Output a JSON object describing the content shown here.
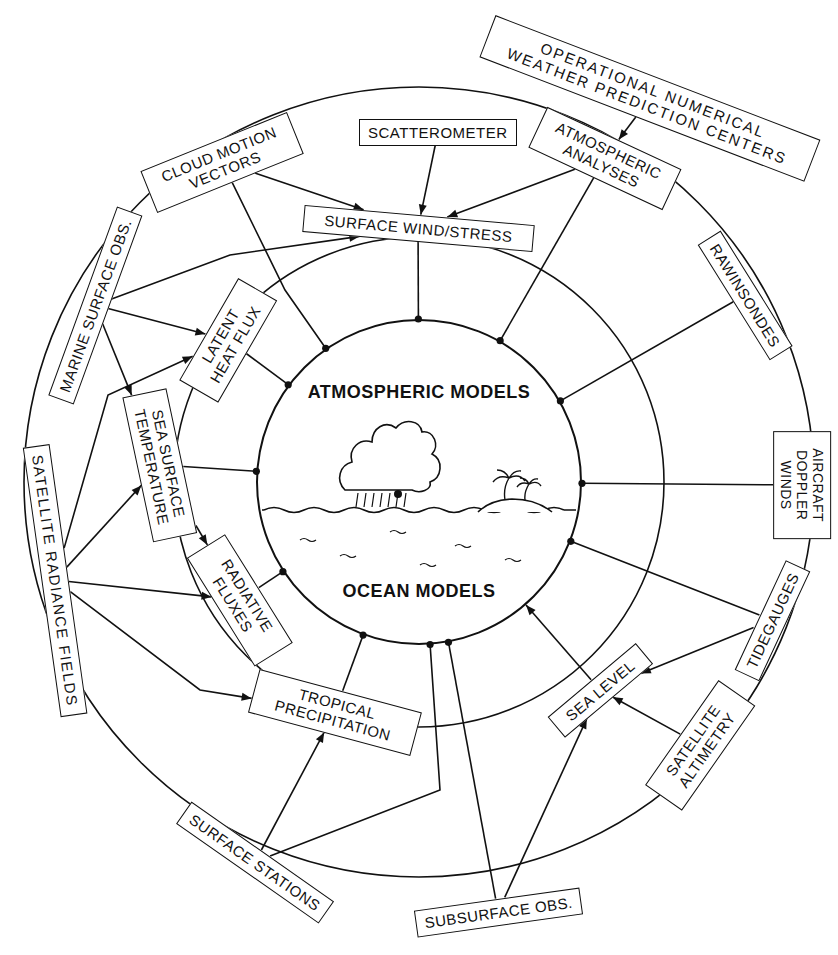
{
  "diagram": {
    "nodes": [
      {
        "text": [
          "ATMOSPHERIC MODELS",
          "OCEAN MODELS"
        ]
      },
      {
        "text": [
          "OPERATIONAL NUMERICAL WEATHER PREDICTION CENTERS"
        ]
      },
      {
        "text": [
          "CLOUD MOTION VECTORS"
        ]
      },
      {
        "text": [
          "SCATTEROMETER"
        ]
      },
      {
        "text": [
          "ATMOSPHERIC ANALYSES"
        ]
      },
      {
        "text": [
          "SURFACE WIND/STRESS"
        ]
      },
      {
        "text": [
          "MARINE SURFACE OBS."
        ]
      },
      {
        "text": [
          "RAWINSONDES"
        ]
      },
      {
        "text": [
          "LATENT HEAT FLUX"
        ]
      },
      {
        "text": [
          "AIRCRAFT DOPPLER WINDS"
        ]
      },
      {
        "text": [
          "SATELLITE RADIANCE FIELDS"
        ]
      },
      {
        "text": [
          "SEA SURFACE TEMPERATURE"
        ]
      },
      {
        "text": [
          "TIDEGAUGES"
        ]
      },
      {
        "text": [
          "RADIATIVE FLUXES"
        ]
      },
      {
        "text": [
          "SEA LEVEL"
        ]
      },
      {
        "text": [
          "SATELLITE ALTIMETRY"
        ]
      },
      {
        "text": [
          "TROPICAL PRECIPITATION"
        ]
      },
      {
        "text": [
          "SURFACE STATIONS"
        ]
      },
      {
        "text": [
          "SUBSURFACE OBS."
        ]
      }
    ],
    "edges": [
      {
        "from": 1,
        "to": 4,
        "arrow": "to"
      },
      {
        "from": 2,
        "to": 5,
        "arrow": "to"
      },
      {
        "from": 3,
        "to": 5,
        "arrow": "to"
      },
      {
        "from": 4,
        "to": 5,
        "arrow": "to"
      },
      {
        "from": 6,
        "to": 5,
        "arrow": "to"
      },
      {
        "from": 6,
        "to": 8,
        "arrow": "to"
      },
      {
        "from": 6,
        "to": 11,
        "arrow": "to"
      },
      {
        "from": 10,
        "to": 8,
        "arrow": "to"
      },
      {
        "from": 10,
        "to": 11,
        "arrow": "to"
      },
      {
        "from": 10,
        "to": 13,
        "arrow": "to"
      },
      {
        "from": 10,
        "to": 16,
        "arrow": "to"
      },
      {
        "from": 11,
        "to": 13,
        "arrow": "to"
      },
      {
        "from": 17,
        "to": 16,
        "arrow": "to"
      },
      {
        "from": 12,
        "to": 14,
        "arrow": "to"
      },
      {
        "from": 15,
        "to": 14,
        "arrow": "to"
      },
      {
        "from": 18,
        "to": 14,
        "arrow": "to"
      },
      {
        "from": 2,
        "to": 0,
        "arrow": "none"
      },
      {
        "from": 5,
        "to": 0,
        "arrow": "none"
      },
      {
        "from": 4,
        "to": 0,
        "arrow": "none"
      },
      {
        "from": 7,
        "to": 0,
        "arrow": "none"
      },
      {
        "from": 9,
        "to": 0,
        "arrow": "none"
      },
      {
        "from": 12,
        "to": 0,
        "arrow": "none"
      },
      {
        "from": 14,
        "to": 0,
        "arrow": "to"
      },
      {
        "from": 18,
        "to": 0,
        "arrow": "none"
      },
      {
        "from": 17,
        "to": 0,
        "arrow": "none"
      },
      {
        "from": 16,
        "to": 0,
        "arrow": "none"
      },
      {
        "from": 13,
        "to": 0,
        "arrow": "none"
      },
      {
        "from": 11,
        "to": 0,
        "arrow": "none"
      },
      {
        "from": 8,
        "to": 0,
        "arrow": "none"
      }
    ]
  }
}
